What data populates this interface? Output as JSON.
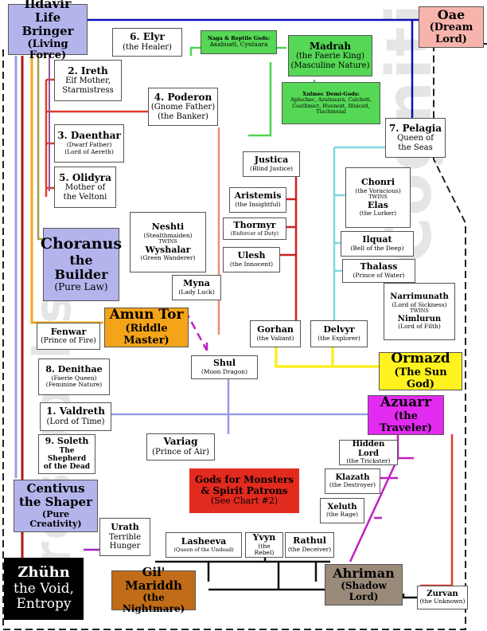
{
  "colors": {
    "purple": "#9a9ae8",
    "orange": "#f2a81a",
    "red": "#e23a2c",
    "green": "#4fd24f",
    "lime": "#59d65f",
    "yellow": "#ffee22",
    "magenta": "#dd22ee",
    "blue": "#0000cc",
    "cyan": "#7fd8e0",
    "salmon": "#f08a7a",
    "darkred": "#cc1f1f",
    "pink": "#ff9aa0",
    "brown": "#c06c18",
    "ahriman": "#9a8a7a",
    "violet": "#a020c0",
    "lavender": "#9a9ae8"
  },
  "nodes": {
    "ildavir": {
      "title": "Ildavir",
      "line2": "Life Bringer",
      "sub": "(Living Force)"
    },
    "elyr": {
      "title": "6. Elyr",
      "sub": "(the Healer)"
    },
    "naga": {
      "title": "Naga & Reptile Gods:",
      "sub": "Axahuatl, Cynluara"
    },
    "madrah": {
      "title": "Madrah",
      "sub": "(the Faerie King)",
      "sub2": "(Masculine Nature)"
    },
    "oae": {
      "title": "Oae",
      "sub": "(Dream Lord)"
    },
    "ireth": {
      "title": "2. Ireth",
      "sub": "Elf Mother,",
      "sub2": "Starmistress"
    },
    "poderon": {
      "title": "4. Poderon",
      "sub": "(Gnome Father)",
      "sub2": "(the Banker)"
    },
    "xulmec": {
      "title": "Xulmec Demi-Gods:",
      "sub": "Apluchac, Azulnuara, Calchoti,",
      "sub2": "Coatlimict, Huenext, Illuicatl,",
      "sub3": "Tlachinozal"
    },
    "pelagia": {
      "title": "7. Pelagia",
      "sub": "Queen of",
      "sub2": "the Seas"
    },
    "daenthar": {
      "title": "3. Daenthar",
      "sub": "(Dwarf Father)",
      "sub2": "(Lord of Aereth)"
    },
    "justica": {
      "title": "Justica",
      "sub": "(Blind Justice)"
    },
    "olidyra": {
      "title": "5. Olidyra",
      "sub": "Mother of",
      "sub2": "the Veltoni"
    },
    "aristemis": {
      "title": "Aristemis",
      "sub": "(the Insightful)"
    },
    "chonri": {
      "title": "Chonri",
      "sub": "(the Voracious)",
      "twins": "TWINS",
      "title2": "Elas",
      "sub2": "(the Lurker)"
    },
    "neshti": {
      "title": "Neshti",
      "sub": "(Stealthmaiden)",
      "twins": "TWINS",
      "title2": "Wyshalar",
      "sub2": "(Green Wanderer)"
    },
    "thormyr": {
      "title": "Thormyr",
      "sub": "(Enforcer of Duty)"
    },
    "choranus": {
      "title": "Choranus",
      "line2": "the",
      "line3": "Builder",
      "sub": "(Pure Law)"
    },
    "ilquat": {
      "title": "Ilquat",
      "sub": "(Bell of the Deep)"
    },
    "ulesh": {
      "title": "Ulesh",
      "sub": "(the Innocent)"
    },
    "thalass": {
      "title": "Thalass",
      "sub": "(Prince of Water)"
    },
    "myna": {
      "title": "Myna",
      "sub": "(Lady Luck)"
    },
    "narrimunath": {
      "title": "Narrimunath",
      "sub": "(Lord of Sickness)",
      "twins": "TWINS",
      "title2": "Nimlurun",
      "sub2": "(Lord of Filth)"
    },
    "amuntor": {
      "title": "Amun Tor",
      "sub": "(Riddle Master)"
    },
    "fenwar": {
      "title": "Fenwar",
      "sub": "(Prince of Fire)"
    },
    "gorhan": {
      "title": "Gorhan",
      "sub": "(the Valiant)"
    },
    "delvyr": {
      "title": "Delvyr",
      "sub": "(the Explorer)"
    },
    "shul": {
      "title": "Shul",
      "sub": "(Moon Dragon)"
    },
    "ormazd": {
      "title": "Ormazd",
      "sub": "(The Sun God)"
    },
    "denithae": {
      "title": "8. Denithae",
      "sub": "(Faerie Queen)",
      "sub2": "(Feminine Nature)"
    },
    "azuarr": {
      "title": "Azuarr",
      "sub": "(the Traveler)"
    },
    "valdreth": {
      "title": "1. Valdreth",
      "sub": "(Lord of Time)"
    },
    "soleth": {
      "title": "9. Soleth",
      "sub": "The Shepherd",
      "sub2": "of the Dead"
    },
    "variag": {
      "title": "Variag",
      "sub": "(Prince of Air)"
    },
    "hiddenlord": {
      "title": "Hidden Lord",
      "sub": "(the Trickster)"
    },
    "klazath": {
      "title": "Klazath",
      "sub": "(the Destroyer)"
    },
    "monsters": {
      "title": "Gods for Monsters",
      "title2": "& Spirit Patrons",
      "sub": "(See Chart #2)"
    },
    "centivus": {
      "title": "Centivus",
      "line2": "the Shaper",
      "sub": "(Pure Creativity)"
    },
    "xeluth": {
      "title": "Xeluth",
      "sub": "(the Rage)"
    },
    "urath": {
      "title": "Urath",
      "sub": "Terrible",
      "sub2": "Hunger"
    },
    "lasheeva": {
      "title": "Lasheeva",
      "sub": "(Queen of the Undead)"
    },
    "yvyn": {
      "title": "Yvyn",
      "sub": "(the Rebel)"
    },
    "rathul": {
      "title": "Rathul",
      "sub": "(the Deceiver)"
    },
    "zhuhn": {
      "title": "Zhühn",
      "line2": "the Void,",
      "line3": "Entropy"
    },
    "gilmaridth": {
      "title": "Gil' Mariddh",
      "sub": "(the Nightmare)"
    },
    "ahriman": {
      "title": "Ahriman",
      "sub": "(Shadow Lord)"
    },
    "zurvan": {
      "title": "Zurvan",
      "sub": "(the Unknown)"
    }
  },
  "watermark": {
    "left": "Prosworks",
    "right": "Cognition"
  }
}
